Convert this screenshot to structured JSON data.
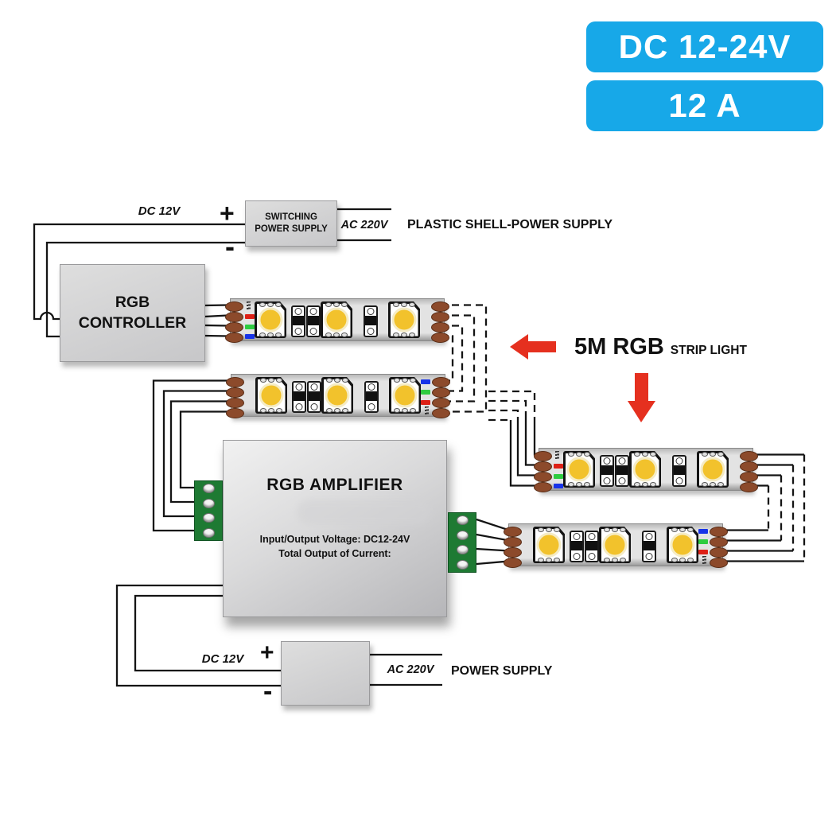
{
  "badges": {
    "voltage": "DC 12-24V",
    "current": "12 A"
  },
  "top_power_supply": {
    "dc_label": "DC 12V",
    "plus": "+",
    "minus": "-",
    "name_line1": "SWITCHING",
    "name_line2": "POWER SUPPLY",
    "ac_label": "AC 220V",
    "caption": "PLASTIC SHELL-POWER SUPPLY"
  },
  "controller": {
    "line1": "RGB",
    "line2": "CONTROLLER"
  },
  "strip_annotation": {
    "title": "5M RGB",
    "subtitle": "STRIP LIGHT"
  },
  "amplifier": {
    "title": "RGB AMPLIFIER",
    "spec_line1": "Input/Output Voltage: DC12-24V",
    "spec_line2": "Total Output of Current:"
  },
  "bottom_power_supply": {
    "dc_label": "DC 12V",
    "plus": "+",
    "minus": "-",
    "ac_label": "AC 220V",
    "caption": "POWER SUPPLY"
  },
  "colors": {
    "badge_cyan": "#17A8E8",
    "arrow_red": "#E5301F",
    "terminal_green": "#1E7A33",
    "solder_pad_brown": "#8C4A2B",
    "led_yellow": "#F2C22C",
    "wire_black": "#141414",
    "channel_red": "#DD2016",
    "channel_green": "#2ECC40",
    "channel_blue": "#1733E8",
    "box_gray": "#D2D2D4"
  }
}
